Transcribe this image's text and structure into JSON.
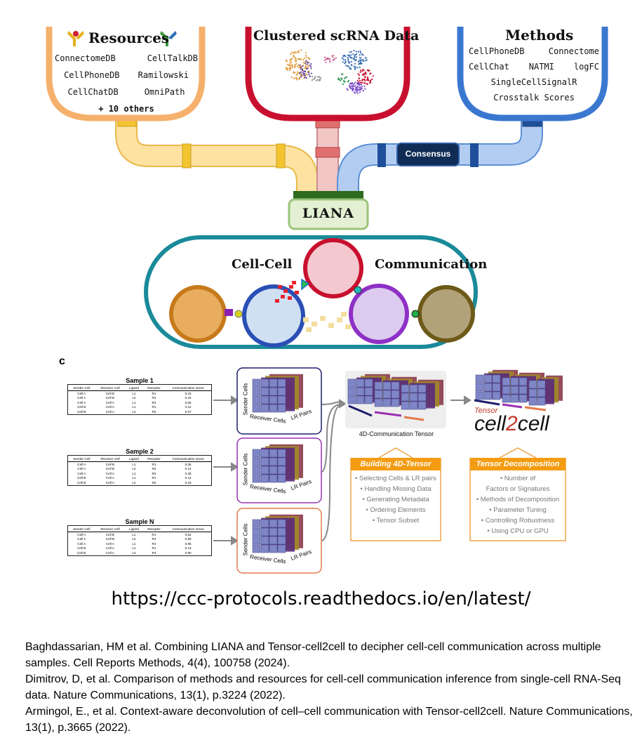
{
  "top": {
    "resources_title": "Resources",
    "resources_items": [
      "ConnectomeDB",
      "CellTalkDB",
      "CellPhoneDB",
      "Ramilowski",
      "CellChatDB",
      "OmniPath",
      "+ 10 others"
    ],
    "clustered_title": "Clustered scRNA Data",
    "methods_title": "Methods",
    "methods_items": [
      "CellPhoneDB",
      "Connectome",
      "CellChat",
      "NATMI",
      "logFC",
      "SingleCellSignalR",
      "Crosstalk Scores"
    ],
    "consensus_label": "Consensus",
    "liana_label": "LIANA",
    "ccc_left": "Cell-Cell",
    "ccc_right": "Communication"
  },
  "bottom": {
    "panel_letter": "c",
    "sample_tables": [
      {
        "title": "Sample 1",
        "headers": [
          "Sender Cell",
          "Receiver Cell",
          "Ligand",
          "Receptor",
          "Communication Score"
        ],
        "rows": [
          [
            "Cell A",
            "Cell B",
            "L1",
            "R1",
            "0.15"
          ],
          [
            "Cell A",
            "Cell B",
            "L2",
            "R2",
            "0.24"
          ],
          [
            "Cell A",
            "Cell A",
            "L1",
            "R3",
            "0.06"
          ],
          [
            "Cell B",
            "Cell A",
            "L1",
            "R1",
            "0.11"
          ],
          [
            "Cell B",
            "Cell A",
            "L2",
            "R2",
            "0.07"
          ]
        ]
      },
      {
        "title": "Sample 2",
        "headers": [
          "Sender Cell",
          "Receiver Cell",
          "Ligand",
          "Receptor",
          "Communication Score"
        ],
        "rows": [
          [
            "Cell A",
            "Cell B",
            "L1",
            "R1",
            "0.05"
          ],
          [
            "Cell A",
            "Cell B",
            "L2",
            "R2",
            "0.14"
          ],
          [
            "Cell A",
            "Cell A",
            "L1",
            "R3",
            "0.36"
          ],
          [
            "Cell B",
            "Cell A",
            "L1",
            "R1",
            "0.14"
          ],
          [
            "Cell B",
            "Cell A",
            "L2",
            "R2",
            "0.23"
          ]
        ]
      },
      {
        "title": "Sample N",
        "headers": [
          "Sender Cell",
          "Receiver Cell",
          "Ligand",
          "Receptor",
          "Communication Score"
        ],
        "rows": [
          [
            "Cell A",
            "Cell B",
            "L1",
            "R1",
            "0.52"
          ],
          [
            "Cell A",
            "Cell B",
            "L2",
            "R2",
            "0.68"
          ],
          [
            "Cell A",
            "Cell A",
            "L1",
            "R3",
            "0.86"
          ],
          [
            "Cell B",
            "Cell A",
            "L1",
            "R1",
            "0.13"
          ],
          [
            "Cell B",
            "Cell A",
            "L3",
            "R4",
            "0.90"
          ]
        ]
      }
    ],
    "cube_labels": {
      "sender": "Sender Cells",
      "receiver": "Receiver Cells",
      "lr": "LR Pairs"
    },
    "tensor4d_label": "4D-Communication Tensor",
    "tensor_brand_small": "Tensor",
    "tensor_brand_big_a": "cell",
    "tensor_brand_big_2": "2",
    "tensor_brand_big_b": "cell",
    "building_title": "Building 4D-Tensor",
    "building_items": [
      "• Selecting Cells & LR pairs",
      "• Handling Missing Data",
      "• Generating Metadata",
      "• Ordering Elements",
      "• Tensor Subset"
    ],
    "decomp_title": "Tensor Decomposition",
    "decomp_items": [
      "• Number of",
      "Factors or Signatures",
      "• Methods of Decomposition",
      "• Parameter Tuning",
      "• Controlling Robustness",
      "• Using CPU or GPU"
    ]
  },
  "url": "https://ccc-protocols.readthedocs.io/en/latest/",
  "references": [
    "Baghdassarian, HM et al. Combining LIANA and Tensor-cell2cell to decipher cell-cell communication across multiple samples. Cell Reports Methods, 4(4), 100758 (2024).",
    "Dimitrov, D, et al. Comparison of methods and resources for cell-cell communication inference from single-cell RNA-Seq data. Nature Communications, 13(1), p.3224 (2022).",
    "Armingol, E., et al. Context-aware deconvolution of cell–cell communication with Tensor-cell2cell. Nature Communications, 13(1), p.3665 (2022)."
  ],
  "colors": {
    "resources": "#f5b06c",
    "resources_pipe": "#fde09a",
    "clustered": "#c8102e",
    "clustered_pipe": "#f0c4c4",
    "methods": "#3a78d0",
    "methods_pipe": "#a8c4ec",
    "liana": "#2e6b1f",
    "ccc_border": "#1a8a9a",
    "orange": "#f39c12"
  }
}
